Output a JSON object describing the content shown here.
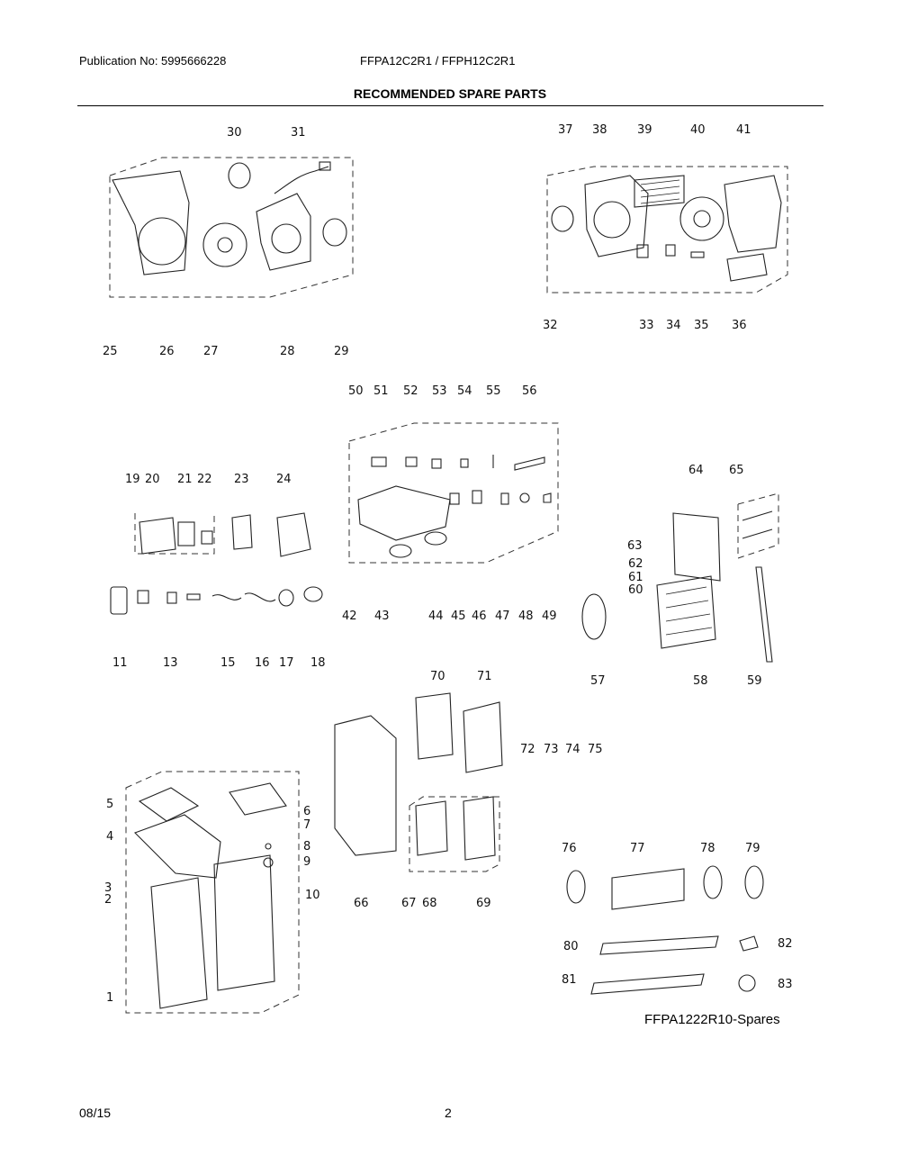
{
  "header": {
    "publication": "Publication No: 5995666228",
    "models": "FFPA12C2R1 / FFPH12C2R1",
    "title": "RECOMMENDED SPARE PARTS"
  },
  "footer": {
    "diagram_ref": "FFPA1222R10-Spares",
    "date": "08/15",
    "page": "2"
  },
  "part_numbers": [
    "1",
    "2",
    "3",
    "4",
    "5",
    "6",
    "7",
    "8",
    "9",
    "10",
    "11",
    "13",
    "15",
    "16",
    "17",
    "18",
    "19",
    "20",
    "21",
    "22",
    "23",
    "24",
    "25",
    "26",
    "27",
    "28",
    "29",
    "30",
    "31",
    "32",
    "33",
    "34",
    "35",
    "36",
    "37",
    "38",
    "39",
    "40",
    "41",
    "42",
    "43",
    "44",
    "45",
    "46",
    "47",
    "48",
    "49",
    "50",
    "51",
    "52",
    "53",
    "54",
    "55",
    "56",
    "57",
    "58",
    "59",
    "60",
    "61",
    "62",
    "63",
    "64",
    "65",
    "66",
    "67",
    "68",
    "69",
    "70",
    "71",
    "72",
    "73",
    "74",
    "75",
    "76",
    "77",
    "78",
    "79",
    "80",
    "81",
    "82",
    "83"
  ]
}
